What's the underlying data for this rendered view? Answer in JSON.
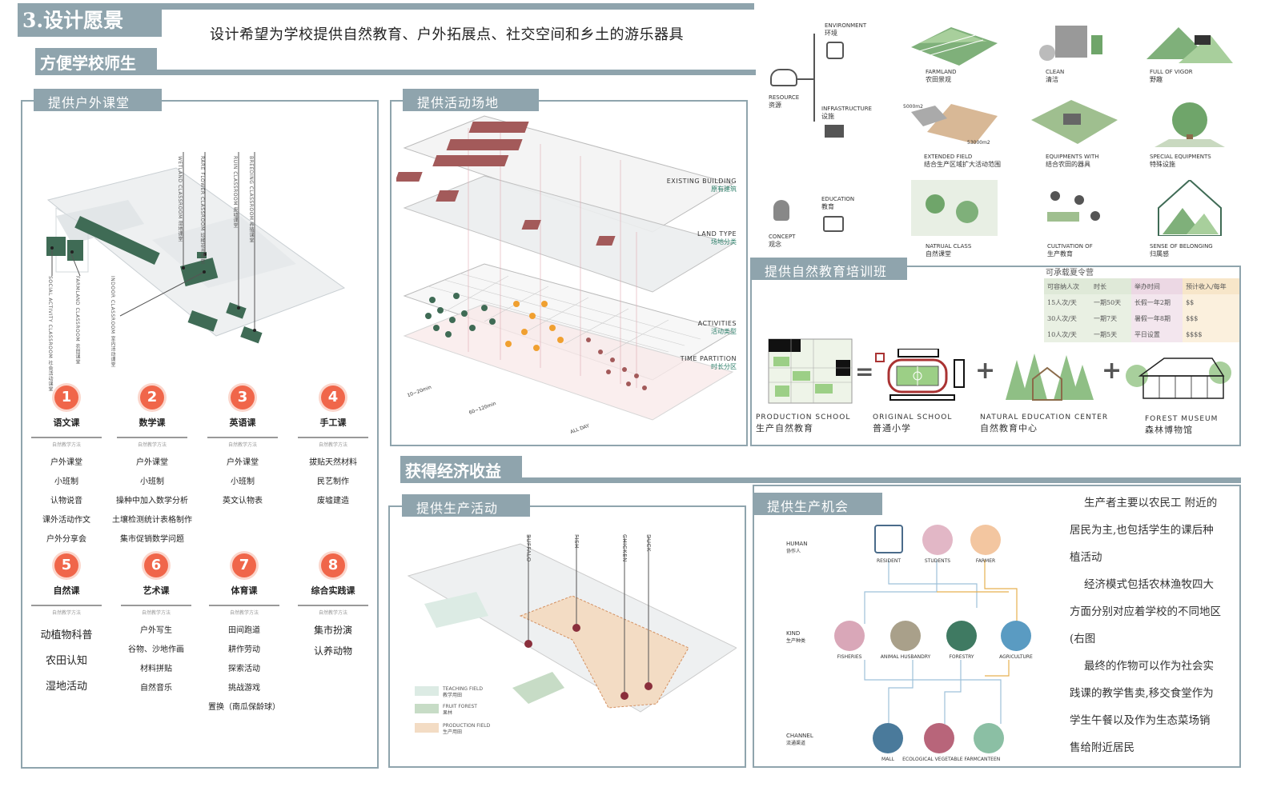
{
  "header": {
    "section_title": "3.设计愿景",
    "subtitle": "设计希望为学校提供自然教育、户外拓展点、社交空间和乡土的游乐器具",
    "section_a": "方便学校师生",
    "section_b": "获得经济收益"
  },
  "outdoor_classroom": {
    "tab": "提供户外课堂",
    "labels": [
      {
        "en": "WETLAND CLASSROOM",
        "cn": "湿地课堂"
      },
      {
        "en": "RARE FLOWER CLASSROOM",
        "cn": "珍稀花卉课堂"
      },
      {
        "en": "RUIN CLASSROOM",
        "cn": "废墟课堂"
      },
      {
        "en": "BREEDING CLASSROOM",
        "cn": "养殖课堂"
      },
      {
        "en": "SOCIAL ACTIVITY CLASSROOM",
        "cn": "社会活动课堂"
      },
      {
        "en": "FARMLAND CLASSROOM",
        "cn": "农田课堂"
      },
      {
        "en": "INDOOR CLASSROOM",
        "cn": "室内活动课堂"
      }
    ],
    "courses": [
      {
        "num": "1",
        "title": "语文课",
        "sub": "自然教学方法",
        "items": [
          "户外课堂",
          "小班制",
          "认物说音",
          "课外活动作文",
          "户外分享会"
        ]
      },
      {
        "num": "2",
        "title": "数学课",
        "sub": "自然教学方法",
        "items": [
          "户外课堂",
          "小班制",
          "操种中加入数学分析",
          "土壤检测统计表格制作",
          "集市促销数学问题"
        ]
      },
      {
        "num": "3",
        "title": "英语课",
        "sub": "自然教学方法",
        "items": [
          "户外课堂",
          "小班制",
          "英文认物表"
        ]
      },
      {
        "num": "4",
        "title": "手工课",
        "sub": "自然教学方法",
        "items": [
          "拔贴天然材料",
          "民艺制作",
          "废墟建造"
        ]
      },
      {
        "num": "5",
        "title": "自然课",
        "sub": "自然教学方法",
        "items": [
          "动植物科普",
          "农田认知",
          "湿地活动"
        ]
      },
      {
        "num": "6",
        "title": "艺术课",
        "sub": "自然教学方法",
        "items": [
          "户外写生",
          "谷物、沙地作画",
          "材料拼贴",
          "自然音乐"
        ]
      },
      {
        "num": "7",
        "title": "体育课",
        "sub": "自然教学方法",
        "items": [
          "田间跑道",
          "耕作劳动",
          "探索活动",
          "挑战游戏",
          "置换（南瓜保龄球）"
        ]
      },
      {
        "num": "8",
        "title": "综合实践课",
        "sub": "自然教学方法",
        "items": [
          "集市扮演",
          "认养动物"
        ]
      }
    ]
  },
  "activity_site": {
    "tab": "提供活动场地",
    "layers": [
      {
        "en": "EXISTING BUILDING",
        "cn": "原有建筑"
      },
      {
        "en": "LAND TYPE",
        "cn": "场地分类"
      },
      {
        "en": "ACTIVITIES",
        "cn": "活动类型"
      },
      {
        "en": "TIME PARTITION",
        "cn": "时长分区"
      }
    ],
    "axis": [
      "10~20min",
      "60~120min",
      "ALL DAY"
    ]
  },
  "resource": {
    "resource_en": "RESOURCE",
    "resource_cn": "资源",
    "concept_en": "CONCEPT",
    "concept_cn": "观念",
    "groups": [
      {
        "en": "ENVIRONMENT",
        "cn": "环境"
      },
      {
        "en": "INFRASTRUCTURE",
        "cn": "设施"
      },
      {
        "en": "EDUCATION",
        "cn": "教育"
      }
    ],
    "items": [
      {
        "en": "FARMLAND",
        "cn": "农田景观"
      },
      {
        "en": "CLEAN",
        "cn": "清洁"
      },
      {
        "en": "FULL OF VIGOR",
        "cn": "野趣"
      },
      {
        "en": "EXTENDED FIELD",
        "cn": "结合生产区域扩大活动范围"
      },
      {
        "en": "EQUIPMENTS WITH",
        "cn": "结合农田的器具"
      },
      {
        "en": "SPECIAL EQUIPMENTS",
        "cn": "特殊设施"
      },
      {
        "en": "NATRUAL CLASS",
        "cn": "自然课堂"
      },
      {
        "en": "CULTIVATION OF",
        "cn": "生产教育"
      },
      {
        "en": "SENSE OF BELONGING",
        "cn": "归属感"
      }
    ],
    "area_a": "5000m2",
    "area_b": "53000m2"
  },
  "training": {
    "tab": "提供自然教育培训班",
    "table_title": "可承载夏令营",
    "headers": [
      "可容纳人次",
      "时长",
      "举办时间",
      "预计收入/每年"
    ],
    "rows": [
      [
        "15人次/天",
        "一期50天",
        "长假一年2期"
      ],
      [
        "30人次/天",
        "一期7天",
        "暑假一年8期"
      ],
      [
        "10人次/天",
        "一期5天",
        "平日设置"
      ]
    ],
    "equation": [
      {
        "en": "PRODUCTION SCHOOL",
        "cn": "生产自然教育"
      },
      {
        "en": "ORIGINAL SCHOOL",
        "cn": "普通小学"
      },
      {
        "en": "NATURAL EDUCATION CENTER",
        "cn": "自然教育中心"
      },
      {
        "en": "FOREST MUSEUM",
        "cn": "森林博物馆"
      }
    ],
    "ops": [
      "=",
      "+",
      "+"
    ]
  },
  "production_activity": {
    "tab": "提供生产活动",
    "pins": [
      "BUFFALO",
      "FISH",
      "CHICKEN",
      "DUCK"
    ],
    "legend": [
      {
        "en": "TEACHING FIELD",
        "cn": "教学用田"
      },
      {
        "en": "FRUIT FOREST",
        "cn": "果林"
      },
      {
        "en": "PRODUCTION FIELD",
        "cn": "生产用田"
      }
    ]
  },
  "production_chance": {
    "tab": "提供生产机会",
    "rows": [
      {
        "en": "HUMAN",
        "cn": "协作人"
      },
      {
        "en": "KIND",
        "cn": "生产种类"
      },
      {
        "en": "CHANNEL",
        "cn": "流通渠道"
      }
    ],
    "humans": [
      "RESIDENT",
      "STUDENTS",
      "FARMER"
    ],
    "kinds": [
      "FISHERIES",
      "ANIMAL HUSBANDRY",
      "FORESTRY",
      "AGRICULTURE"
    ],
    "channels": [
      "MALL",
      "ECOLOGICAL VEGETABLE FARM",
      "CANTEEN"
    ],
    "paragraphs": [
      "生产者主要以农民工 附近的",
      "居民为主,也包括学生的课后种",
      "植活动",
      "经济模式包括农林渔牧四大",
      "方面分别对应着学校的不同地区",
      "(右图",
      "最终的作物可以作为社会实",
      "践课的教学售卖,移交食堂作为",
      "学生午餐以及作为生态菜场销",
      "售给附近居民"
    ]
  },
  "colors": {
    "slate": "#8fa4ad",
    "forest": "#3f6b55",
    "accent": "#f0664a",
    "brick": "#a35a5a"
  }
}
